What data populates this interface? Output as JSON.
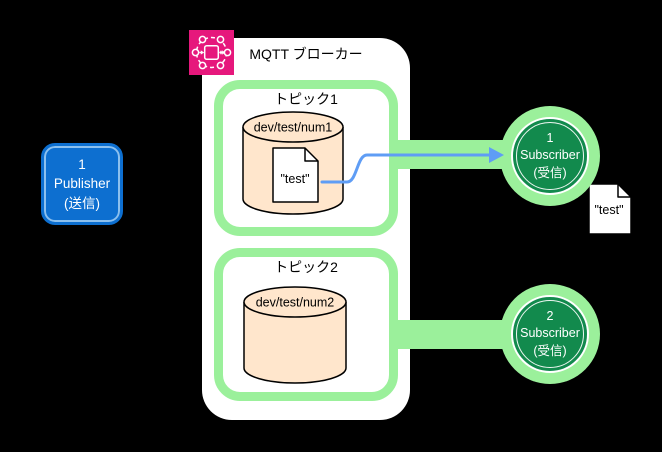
{
  "publisher": {
    "lines": [
      "1",
      "Publisher",
      "(送信)"
    ]
  },
  "broker": {
    "title": "MQTT ブローカー",
    "icon": "aws-iot-core-icon"
  },
  "topics": [
    {
      "label": "トピック1",
      "topic_path": "dev/test/num1",
      "message": "\"test\""
    },
    {
      "label": "トピック2",
      "topic_path": "dev/test/num2"
    }
  ],
  "subscribers": [
    {
      "lines": [
        "1",
        "Subscriber",
        "(受信)"
      ]
    },
    {
      "lines": [
        "2",
        "Subscriber",
        "(受信)"
      ]
    }
  ],
  "received_message": "\"test\"",
  "colors": {
    "background": "#000000",
    "publisher_blue": "#0d6fd0",
    "broker_pink": "#e6187c",
    "light_green": "#9bf09b",
    "dark_green": "#128a4d",
    "cylinder_fill": "#ffe6cc",
    "arrow_blue": "#5f9df5",
    "surface_white": "#ffffff"
  }
}
